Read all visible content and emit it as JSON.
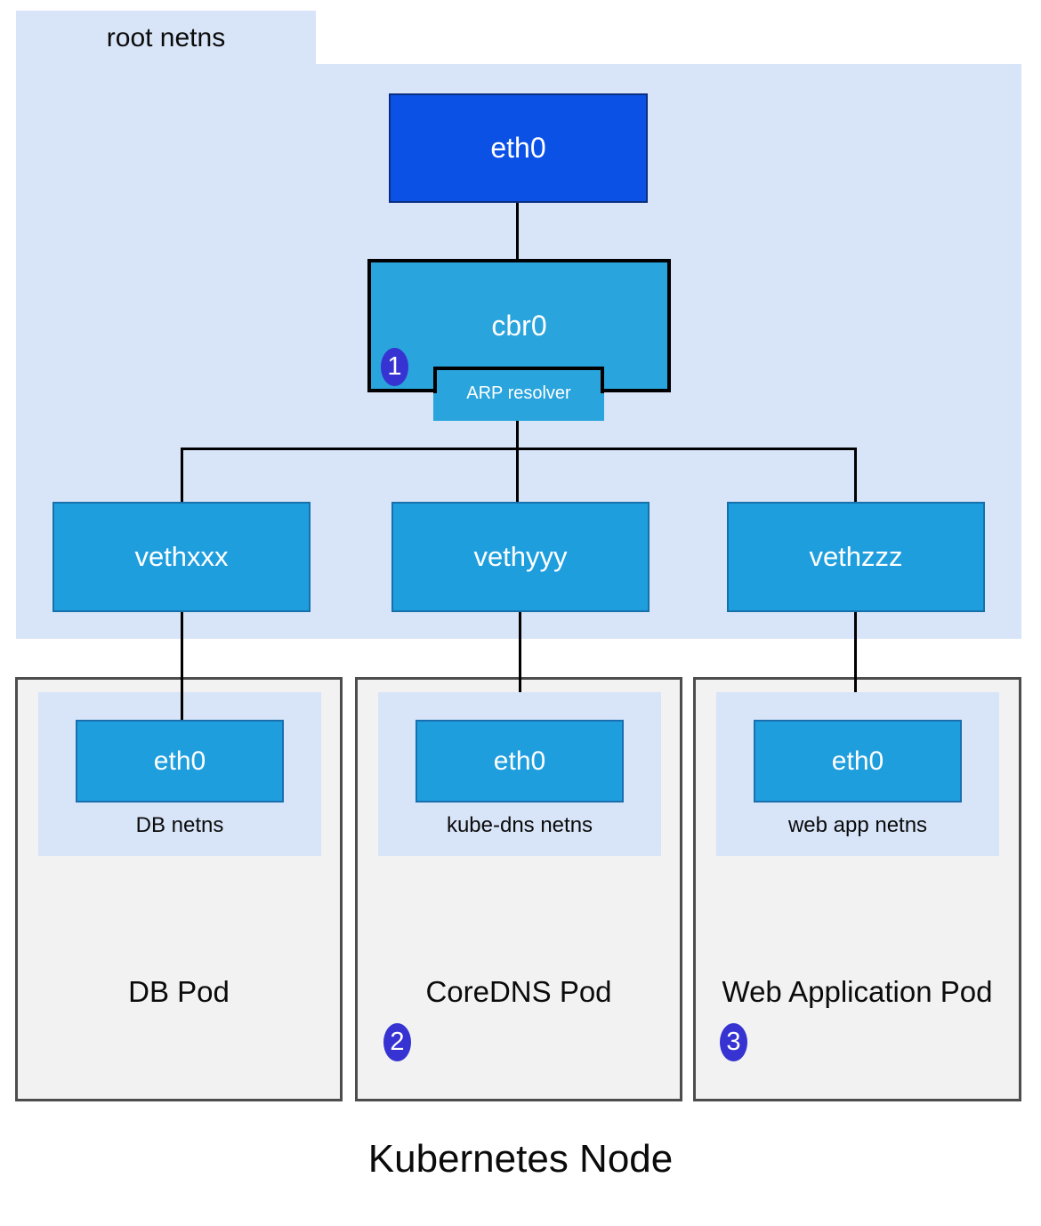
{
  "diagram": {
    "root_netns_label": "root netns",
    "node_eth0": "eth0",
    "bridge": "cbr0",
    "arp_resolver": "ARP resolver",
    "arp_badge": "1",
    "veths": [
      "vethxxx",
      "vethyyy",
      "vethzzz"
    ],
    "pods": [
      {
        "interface": "eth0",
        "netns": "DB netns",
        "name": "DB Pod"
      },
      {
        "interface": "eth0",
        "netns": "kube-dns netns",
        "name": "CoreDNS Pod",
        "badge": "2"
      },
      {
        "interface": "eth0",
        "netns": "web app netns",
        "name": "Web Application Pod",
        "badge": "3"
      }
    ],
    "node_label": "Kubernetes Node"
  },
  "colors": {
    "root_netns_bg": "#d8e4f8",
    "node_eth0_bg": "#0b51e6",
    "bridge_bg": "#2aa4dc",
    "veth_bg": "#1f9ede",
    "veth_border": "#1571ac",
    "pod_bg": "#f2f2f2",
    "pod_border": "#4d4d4d",
    "badge_bg": "#3633d2",
    "connector": "#000000"
  }
}
